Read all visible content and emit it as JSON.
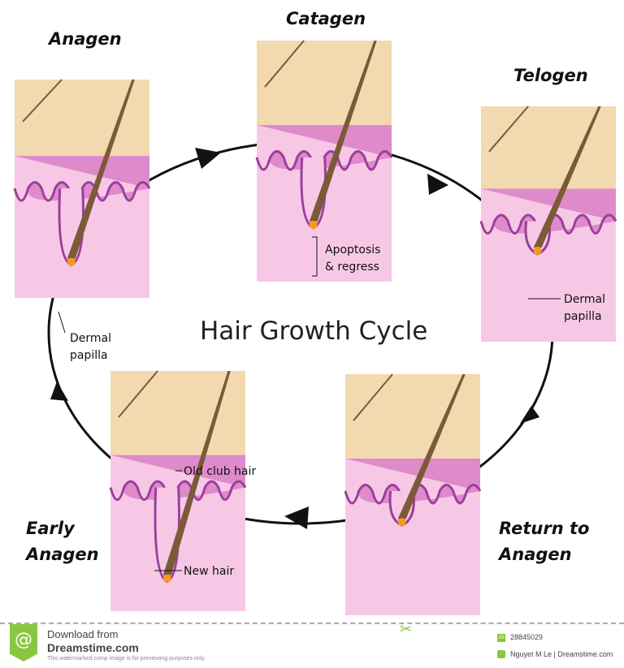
{
  "title": "Hair Growth Cycle",
  "stages": {
    "anagen": "Anagen",
    "catagen": "Catagen",
    "telogen": "Telogen",
    "return1": "Return to",
    "return2": "Anagen",
    "early1": "Early",
    "early2": "Anagen"
  },
  "labels": {
    "dermal1": "Dermal",
    "papilla1": "papilla",
    "apoptosis": "Apoptosis",
    "regress": "& regress",
    "dermal2": "Dermal",
    "papilla2": "papilla",
    "club": "Old club hair",
    "newhair": "New hair"
  },
  "footer": {
    "download": "Download from",
    "site": "Dreamstime.com",
    "notice": "This watermarked comp image is for previewing purposes only.",
    "id": "28845029",
    "author": "Nguyet M Le   | Dreamstime.com"
  },
  "colors": {
    "skin": "#f3d9b0",
    "pink": "#f7c8e6",
    "epidermis": "#d77ac4",
    "border": "#9b3e9c",
    "hair": "#7b5a37"
  }
}
